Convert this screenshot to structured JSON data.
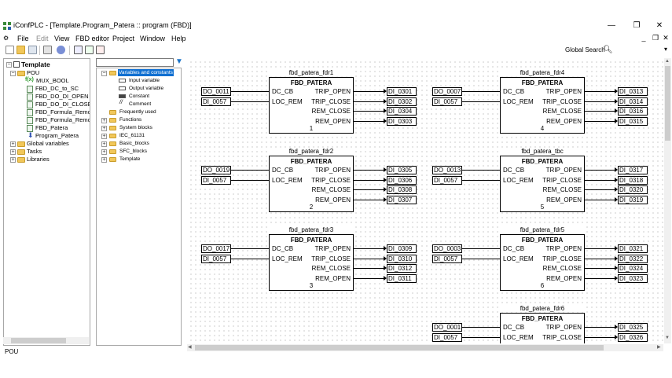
{
  "title": "iConfPLC - [Template.Program_Patera :: program (FBD)]",
  "window_controls": {
    "minimize": "—",
    "restore": "❐",
    "close": "✕"
  },
  "mdi_controls": {
    "minimize": "_",
    "restore": "❐",
    "close": "✕"
  },
  "menu": [
    "File",
    "Edit",
    "View",
    "FBD editor",
    "Project",
    "Window",
    "Help"
  ],
  "menu_disabled": [
    "Edit"
  ],
  "toolbar": {
    "global_search": "Global Search",
    "more": "▾"
  },
  "tree": {
    "root": "Template",
    "pou": "POU",
    "pou_items": [
      "MUX_BOOL",
      "FBD_DC_to_SC",
      "FBD_DO_DI_OPEN",
      "FBD_DO_DI_CLOSE",
      "FBD_Formula_Remote_",
      "FBD_Formula_Remote_",
      "FBD_Patera",
      "Program_Patera"
    ],
    "fx_label": "f(x)",
    "others": [
      "Global variables",
      "Tasks",
      "Libraries"
    ]
  },
  "library": {
    "root": "Variables and constants",
    "var_items": [
      "Input variable",
      "Output variable",
      "Constant",
      "Comment"
    ],
    "groups": [
      "Frequently used",
      "Functions",
      "System blocks",
      "IEC_61131",
      "Basic_blocks",
      "SFC_blocks",
      "Template"
    ]
  },
  "blocks": [
    {
      "name": "fbd_patera_fdr1",
      "type": "FBD_PATERA",
      "num": "1",
      "in": [
        "DO_0011",
        "DI_0057"
      ],
      "out": [
        "DI_0301",
        "DI_0302",
        "DI_0304",
        "DI_0303"
      ]
    },
    {
      "name": "fbd_patera_fdr4",
      "type": "FBD_PATERA",
      "num": "4",
      "in": [
        "DO_0007",
        "DI_0057"
      ],
      "out": [
        "DI_0313",
        "DI_0314",
        "DI_0316",
        "DI_0315"
      ]
    },
    {
      "name": "fbd_patera_fdr2",
      "type": "FBD_PATERA",
      "num": "2",
      "in": [
        "DO_0019",
        "DI_0057"
      ],
      "out": [
        "DI_0305",
        "DI_0306",
        "DI_0308",
        "DI_0307"
      ]
    },
    {
      "name": "fbd_patera_tbc",
      "type": "FBD_PATERA",
      "num": "5",
      "in": [
        "DO_0013",
        "DI_0057"
      ],
      "out": [
        "DI_0317",
        "DI_0318",
        "DI_0320",
        "DI_0319"
      ]
    },
    {
      "name": "fbd_patera_fdr3",
      "type": "FBD_PATERA",
      "num": "3",
      "in": [
        "DO_0017",
        "DI_0057"
      ],
      "out": [
        "DI_0309",
        "DI_0310",
        "DI_0312",
        "DI_0311"
      ]
    },
    {
      "name": "fbd_patera_fdr5",
      "type": "FBD_PATERA",
      "num": "6",
      "in": [
        "DO_0003",
        "DI_0057"
      ],
      "out": [
        "DI_0321",
        "DI_0322",
        "DI_0324",
        "DI_0323"
      ]
    },
    {
      "name": "fbd_patera_fdr6",
      "type": "FBD_PATERA",
      "num": "",
      "in": [
        "DO_0001",
        "DI_0057"
      ],
      "out": [
        "DI_0325",
        "DI_0326"
      ]
    }
  ],
  "pins": {
    "in": [
      "DC_CB",
      "LOC_REM"
    ],
    "out": [
      "TRIP_OPEN",
      "TRIP_CLOSE",
      "REM_CLOSE",
      "REM_OPEN"
    ]
  },
  "status": "POU"
}
